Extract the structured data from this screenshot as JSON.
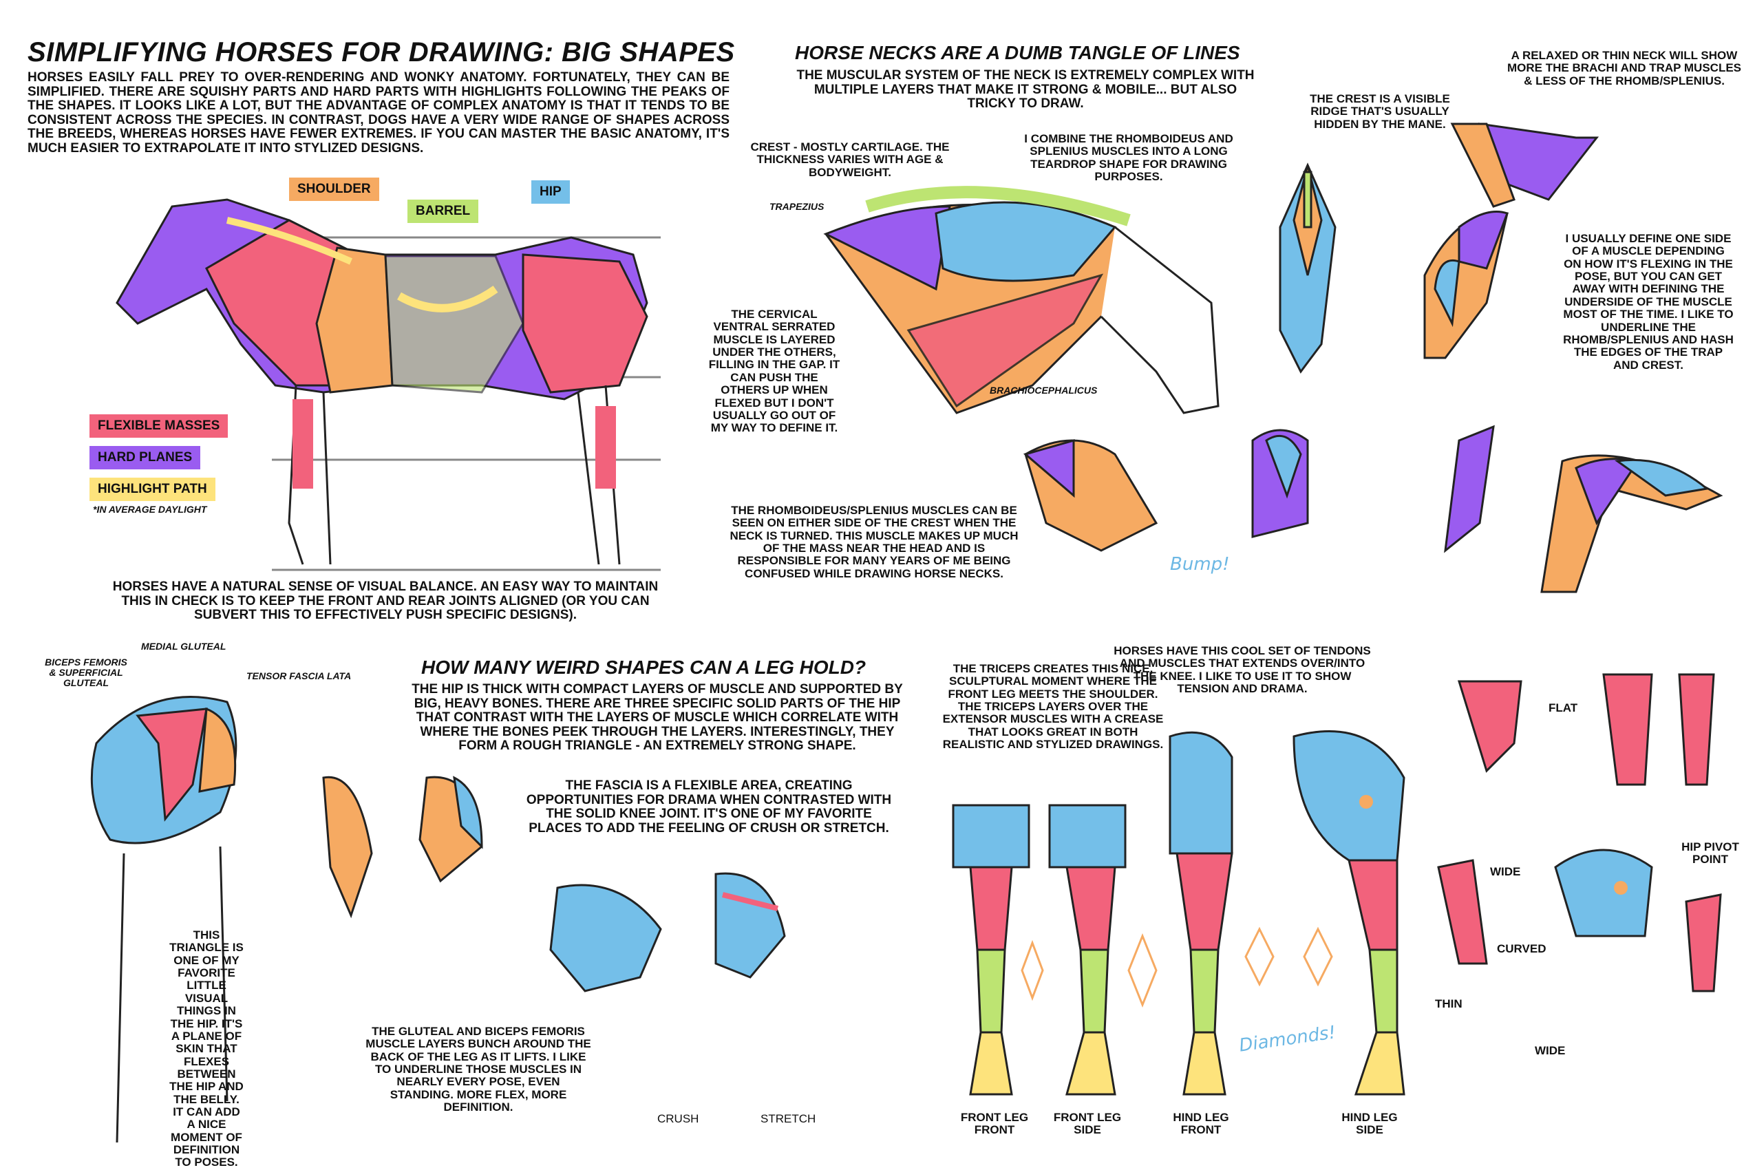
{
  "colors": {
    "flexible": "#f2627c",
    "hard": "#9a5cf0",
    "highlight": "#fde37c",
    "shoulder": "#f6aa62",
    "barrel": "#bde472",
    "hip": "#74bfe9",
    "ink": "#111111"
  },
  "section1": {
    "title": "Simplifying horses for drawing: big shapes",
    "intro": "Horses easily fall prey to over-rendering and wonky anatomy. Fortunately, they can be simplified. There are squishy parts and hard parts with highlights following the peaks of the shapes. It looks like a lot, but the advantage of complex anatomy is that it tends to be consistent across the species. In contrast, dogs have a very wide range of shapes across the breeds, whereas horses have fewer extremes. If you can master the basic anatomy, it's much easier to extrapolate it into stylized designs.",
    "labels": {
      "shoulder": "Shoulder",
      "barrel": "Barrel",
      "hip": "Hip"
    },
    "legend": {
      "flexible": "Flexible masses",
      "hard": "Hard planes",
      "highlight": "Highlight path",
      "note": "*In average daylight"
    },
    "balance": "Horses have a natural sense of visual balance. An easy way to maintain this in check is to keep the front and rear joints aligned (or you can subvert this to effectively push specific designs)."
  },
  "section2": {
    "title": "Horse necks are a dumb tangle of lines",
    "intro": "The muscular system of the neck is extremely complex with multiple layers that make it strong & mobile... but also tricky to draw.",
    "crest": "Crest - mostly cartilage. The thickness varies with age & bodyweight.",
    "trapezius": "Trapezius",
    "combine": "I combine the rhomboideus and splenius muscles into a long teardrop shape for drawing purposes.",
    "cervical": "The cervical ventral serrated muscle is layered under the others, filling in the gap. It can push the others up when flexed but I don't usually go out of my way to define it.",
    "brachio": "Brachiocephalicus",
    "rhomboideus": "The rhomboideus/splenius muscles can be seen on either side of the crest when the neck is turned. This muscle makes up much of the mass near the head and is responsible for many years of me being confused while drawing horse necks.",
    "crest_ridge": "The crest is a visible ridge that's usually hidden by the mane.",
    "relaxed": "A relaxed or thin neck will show more the brachi and trap muscles & less of the rhomb/splenius.",
    "define": "I usually define one side of a muscle depending on how it's flexing in the pose, but you can get away with defining the underside of the muscle most of the time. I like to underline the rhomb/splenius and hash the edges of the trap and crest.",
    "bump": "Bump!"
  },
  "section3": {
    "title": "How many weird shapes can a leg hold?",
    "intro": "The hip is thick with compact layers of muscle and supported by big, heavy bones. There are three specific solid parts of the hip that contrast with the layers of muscle which correlate with where the bones peek through the layers. Interestingly, they form a rough triangle - an extremely strong shape.",
    "fascia": "The fascia is a flexible area, creating opportunities for drama when contrasted with the solid knee joint. It's one of my favorite places to add the feeling of crush or stretch.",
    "medial": "Medial gluteal",
    "biceps": "Biceps femoris & superficial gluteal",
    "tensor": "Tensor fascia lata",
    "triangle": "This triangle is one of my favorite little visual things in the hip. It's a plane of skin that flexes between the hip and the belly. It can add a nice moment of definition to poses.",
    "gluteal": "The gluteal and biceps femoris muscle layers bunch around the back of the leg as it lifts. I like to underline those muscles in nearly every pose, even standing. More flex, more definition.",
    "crush": "Crush",
    "stretch": "Stretch"
  },
  "section4": {
    "triceps": "The triceps creates this nice, sculptural moment where the front leg meets the shoulder. The triceps layers over the extensor muscles with a crease that looks great in both realistic and stylized drawings.",
    "tendons": "Horses have this cool set of tendons and muscles that extends over/into the knee. I like to use it to show tension and drama.",
    "diamonds": "Diamonds!",
    "leg_labels": [
      "Front leg front",
      "Front leg side",
      "Hind leg front",
      "Hind leg side"
    ],
    "flat": "Flat",
    "pivot": "Hip pivot point",
    "wide1": "Wide",
    "curved": "Curved",
    "thin": "Thin",
    "wide2": "Wide"
  }
}
